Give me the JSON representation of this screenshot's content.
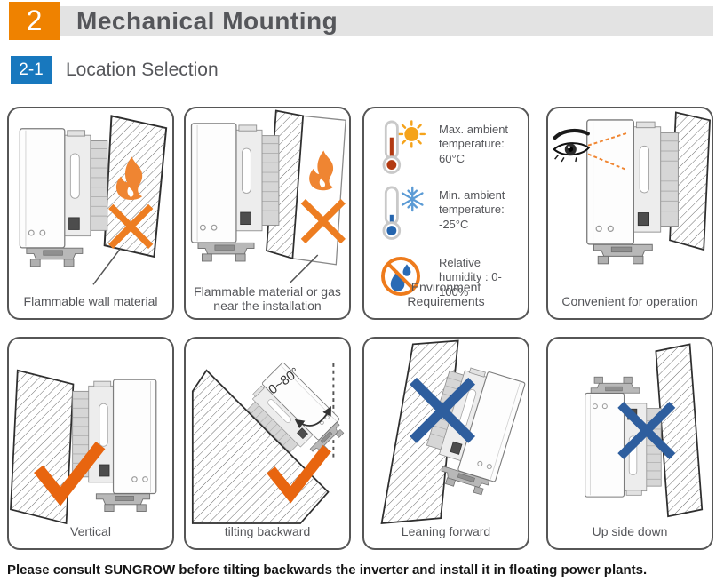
{
  "header": {
    "chapter_number": "2",
    "title": "Mechanical Mounting"
  },
  "section": {
    "number": "2-1",
    "title": "Location Selection"
  },
  "panels": [
    {
      "id": "flammable-wall",
      "caption": "Flammable wall material"
    },
    {
      "id": "flammable-material",
      "caption": "Flammable material or gas near the installation"
    },
    {
      "id": "environment",
      "caption": "Environment Requirements",
      "items": [
        {
          "icon": "thermometer-sun-icon",
          "label": "Max. ambient temperature: 60°C"
        },
        {
          "icon": "thermometer-snowflake-icon",
          "label": "Min. ambient temperature: -25°C"
        },
        {
          "icon": "humidity-prohibited-icon",
          "label": "Relative humidity : 0-100%"
        }
      ]
    },
    {
      "id": "convenient",
      "caption": "Convenient for operation"
    },
    {
      "id": "vertical",
      "caption": "Vertical"
    },
    {
      "id": "tilting-backward",
      "caption": "tilting backward",
      "angle_label": "0~80°"
    },
    {
      "id": "leaning-forward",
      "caption": "Leaning forward"
    },
    {
      "id": "upside-down",
      "caption": "Up side down"
    }
  ],
  "footer": {
    "note": "Please consult SUNGROW before tilting backwards the inverter and install it in floating power plants."
  },
  "colors": {
    "chapter_badge": "#EF8200",
    "section_badge": "#1878BE",
    "header_bar": "#E3E3E3",
    "heading_text": "#55565A",
    "warning_orange": "#ED7D21",
    "check_orange": "#E8650F",
    "flame_orange": "#EF8532",
    "forbidden_blue": "#2E5E9E",
    "sun_yellow": "#F5A31B",
    "snow_blue": "#5B9BD5",
    "hot_mercury": "#B23A12",
    "cold_mercury": "#2565AE",
    "drop_blue": "#2A6BB5"
  }
}
